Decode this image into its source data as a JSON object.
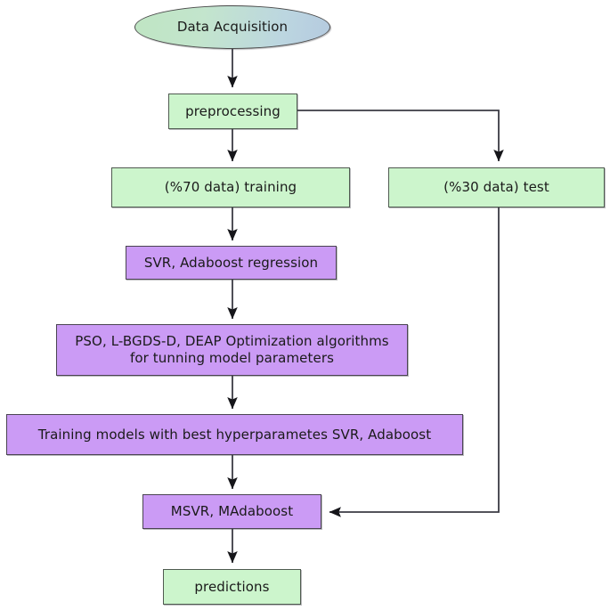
{
  "diagram": {
    "title": "Machine learning pipeline flowchart",
    "colors": {
      "green_fill": "#ccf5cc",
      "purple_fill": "#cb9bf5",
      "border": "#4d4d55",
      "edge": "#3b3b44",
      "ellipse_gradient_start": "#bfe5c3",
      "ellipse_gradient_end": "#b5cadf",
      "background": "#ffffff"
    },
    "nodes": [
      {
        "id": "data-acquisition",
        "label": "Data Acquisition",
        "shape": "ellipse",
        "fill": "gradient"
      },
      {
        "id": "preprocessing",
        "label": "preprocessing",
        "shape": "rect",
        "fill": "green"
      },
      {
        "id": "training-split",
        "label": "(%70 data) training",
        "shape": "rect",
        "fill": "green"
      },
      {
        "id": "test-split",
        "label": "(%30 data) test",
        "shape": "rect",
        "fill": "green"
      },
      {
        "id": "svr-adaboost-regression",
        "label": "SVR, Adaboost regression",
        "shape": "rect",
        "fill": "purple"
      },
      {
        "id": "optimization-algorithms",
        "label": "PSO, L-BGDS-D, DEAP Optimization algorithms\nfor tunning model parameters",
        "shape": "rect",
        "fill": "purple"
      },
      {
        "id": "training-best-hyperparameters",
        "label": "Training models with best hyperparametes SVR, Adaboost",
        "shape": "rect",
        "fill": "purple"
      },
      {
        "id": "msvr-madaboost",
        "label": "MSVR, MAdaboost",
        "shape": "rect",
        "fill": "purple"
      },
      {
        "id": "predictions",
        "label": "predictions",
        "shape": "rect",
        "fill": "green"
      }
    ],
    "edges": [
      {
        "from": "data-acquisition",
        "to": "preprocessing",
        "style": "straight-down"
      },
      {
        "from": "preprocessing",
        "to": "training-split",
        "style": "straight-down"
      },
      {
        "from": "preprocessing",
        "to": "test-split",
        "style": "right-then-down"
      },
      {
        "from": "training-split",
        "to": "svr-adaboost-regression",
        "style": "straight-down"
      },
      {
        "from": "svr-adaboost-regression",
        "to": "optimization-algorithms",
        "style": "straight-down"
      },
      {
        "from": "optimization-algorithms",
        "to": "training-best-hyperparameters",
        "style": "straight-down"
      },
      {
        "from": "training-best-hyperparameters",
        "to": "msvr-madaboost",
        "style": "straight-down"
      },
      {
        "from": "test-split",
        "to": "msvr-madaboost",
        "style": "down-then-left"
      },
      {
        "from": "msvr-madaboost",
        "to": "predictions",
        "style": "straight-down"
      }
    ]
  }
}
